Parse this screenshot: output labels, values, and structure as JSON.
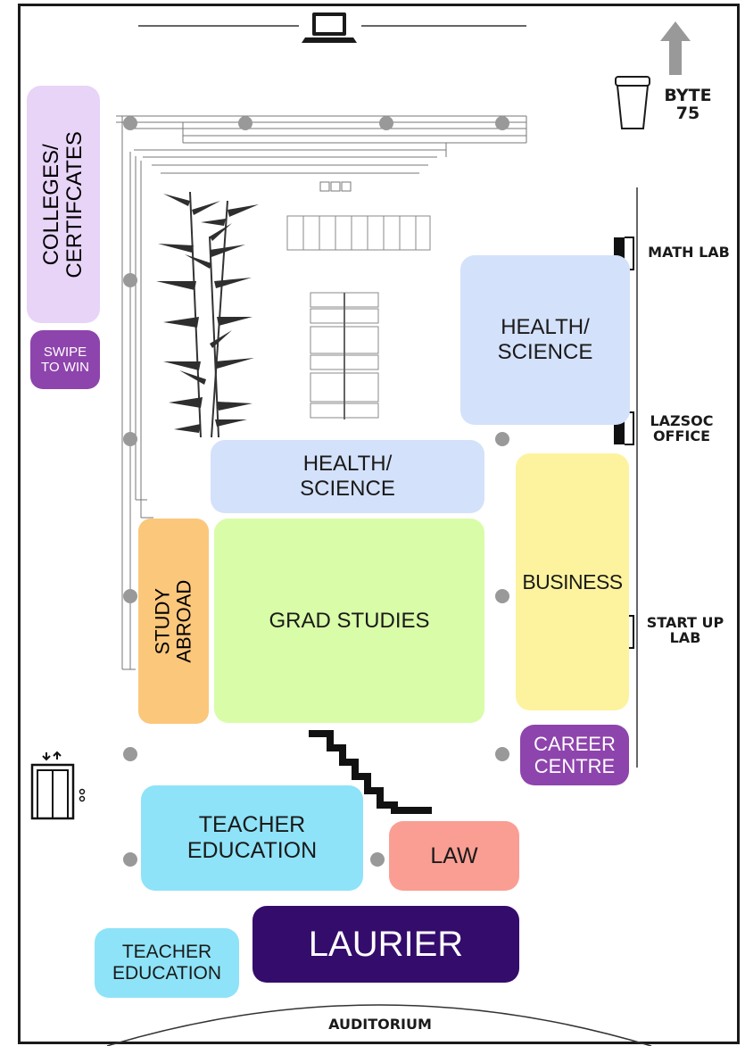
{
  "colors": {
    "colleges": "#e8d4f7",
    "purple": "#8e44ad",
    "health": "#d4e1fa",
    "business": "#fdf39e",
    "grad": "#d9fca8",
    "study_abroad": "#fbc77b",
    "teacher": "#8ee3f8",
    "law": "#fa9e93",
    "laurier": "#340c6b"
  },
  "icons": {
    "laptop": "laptop-icon",
    "arrow": "arrow-up-icon",
    "coffee": "coffee-cup-icon",
    "elevator": "elevator-icon",
    "door": "door-icon",
    "stairs": "stairs-icon",
    "plants": "bamboo-plant-icon"
  },
  "booths": {
    "colleges": "COLLEGES/\nCERTIFCATES",
    "swipe": "SWIPE\nTO WIN",
    "health_right": "HEALTH/\nSCIENCE",
    "health_center": "HEALTH/\nSCIENCE",
    "study_abroad": "STUDY ABROAD",
    "grad_studies": "GRAD STUDIES",
    "business": "BUSINESS",
    "career_centre": "CAREER\nCENTRE",
    "teacher_ed_main": "TEACHER\nEDUCATION",
    "law": "LAW",
    "laurier": "LAURIER",
    "teacher_ed_small": "TEACHER\nEDUCATION"
  },
  "rooms": {
    "byte": "BYTE\n75",
    "math_lab": "MATH LAB",
    "lazsoc": "LAZSOC\nOFFICE",
    "startup": "START UP\nLAB",
    "auditorium": "AUDITORIUM"
  }
}
